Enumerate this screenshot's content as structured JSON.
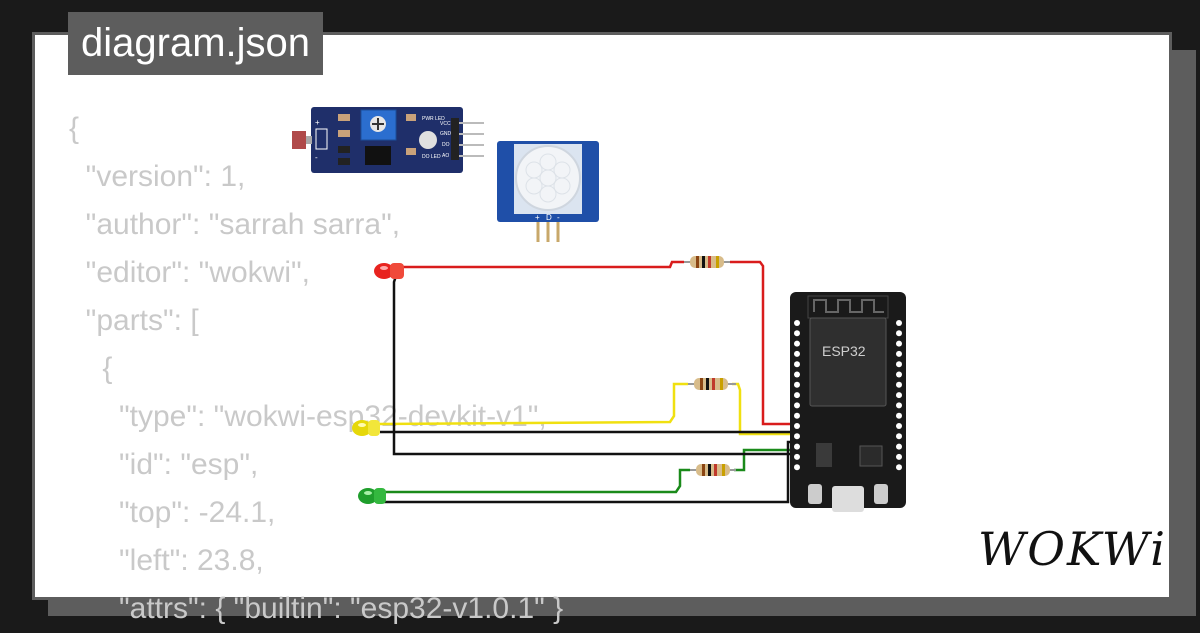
{
  "title": "diagram.json",
  "code_lines": [
    "{",
    "  \"version\": 1,",
    "  \"author\": \"sarrah sarra\",",
    "  \"editor\": \"wokwi\",",
    "  \"parts\": [",
    "    {",
    "      \"type\": \"wokwi-esp32-devkit-v1\",",
    "      \"id\": \"esp\",",
    "      \"top\": -24.1,",
    "      \"left\": 23.8,",
    "      \"attrs\": { \"builtin\": \"esp32-v1.0.1\" }"
  ],
  "ldr_module": {
    "pin_labels": [
      "VCC",
      "GND",
      "DO",
      "AO"
    ],
    "led_labels": [
      "PWR LED",
      "DO LED"
    ],
    "sign_labels": [
      "+",
      "-"
    ]
  },
  "pir": {
    "pin_labels": [
      "+",
      "D",
      "-"
    ]
  },
  "esp32": {
    "chip_label": "ESP32"
  },
  "leds": [
    {
      "name": "red",
      "color": "#e8231f"
    },
    {
      "name": "yellow",
      "color": "#e6d80a"
    },
    {
      "name": "green",
      "color": "#1f9e2c"
    }
  ],
  "wire_colors": {
    "red": "#d91c1c",
    "yellow": "#f0e010",
    "green": "#1a8a1a",
    "black": "#111111"
  },
  "logo": "WOKWi"
}
